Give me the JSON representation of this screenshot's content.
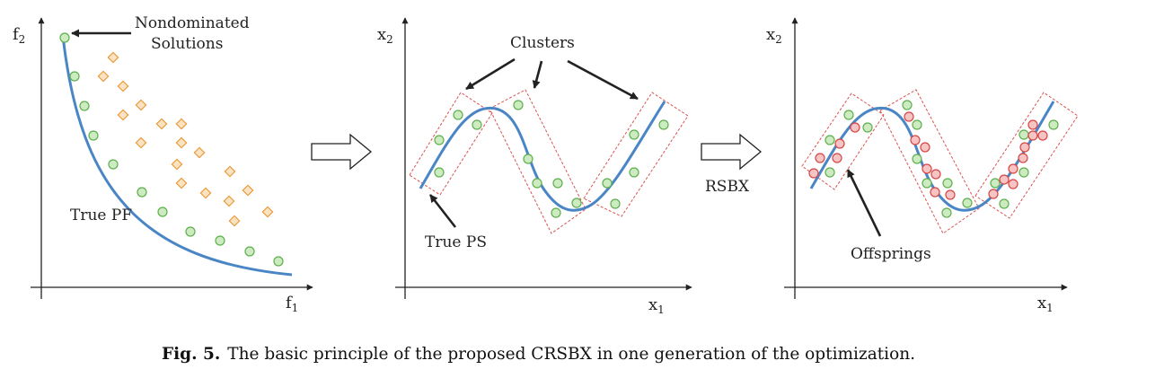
{
  "panels": {
    "objective": {
      "y_axis_base": "f",
      "y_axis_sub": "2",
      "x_axis_base": "f",
      "x_axis_sub": "1",
      "nondominated_label_line1": "Nondominated",
      "nondominated_label_line2": "Solutions",
      "true_pf_label": "True PF"
    },
    "clusters": {
      "y_axis_base": "x",
      "y_axis_sub": "2",
      "x_axis_base": "x",
      "x_axis_sub": "1",
      "clusters_label": "Clusters",
      "true_ps_label": "True PS"
    },
    "offspring": {
      "y_axis_base": "x",
      "y_axis_sub": "2",
      "x_axis_base": "x",
      "x_axis_sub": "1",
      "offsprings_label": "Offsprings"
    }
  },
  "operator_label": "RSBX",
  "caption": {
    "prefix": "Fig. 5.",
    "text": "The basic principle of the proposed CRSBX in one generation of the optimization."
  },
  "colors": {
    "curve": "#4a86c5",
    "green_fill": "#cdebc0",
    "green_stroke": "#5fae4f",
    "red_fill": "#f7c4c4",
    "red_stroke": "#d64545",
    "diamond_fill": "#fbe3c2",
    "diamond_stroke": "#e8952e",
    "cluster_box": "#d9534f",
    "axis": "#222222"
  }
}
